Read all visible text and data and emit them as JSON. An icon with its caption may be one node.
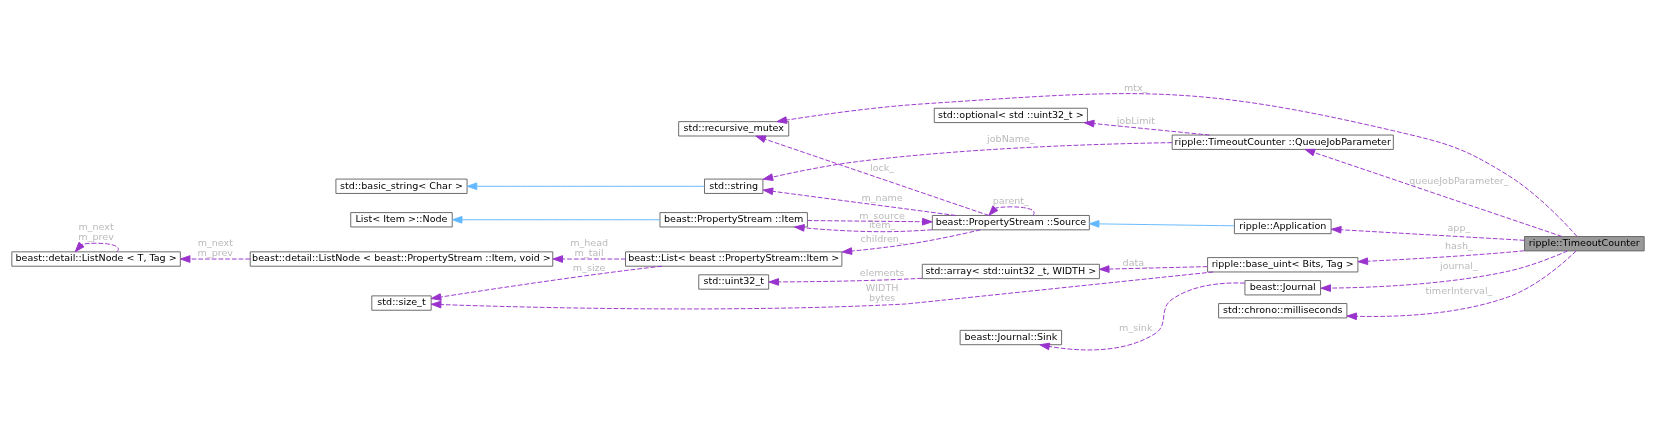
{
  "diagram": {
    "nodes": [
      {
        "text": [
          "ripple::TimeoutCounter"
        ]
      },
      {
        "text": [
          "ripple::TimeoutCounter ::QueueJobParameter"
        ]
      },
      {
        "text": [
          "std::optional< std ::uint32_t >"
        ]
      },
      {
        "text": [
          "std::string"
        ]
      },
      {
        "text": [
          "std::basic_string< Char >"
        ]
      },
      {
        "text": [
          "beast::PropertyStream ::Source"
        ]
      },
      {
        "text": [
          "beast::PropertyStream ::Item"
        ]
      },
      {
        "text": [
          "List< Item >::Node"
        ]
      },
      {
        "text": [
          "beast::List< beast ::PropertyStream::Item >"
        ]
      },
      {
        "text": [
          "beast::detail::ListNode < beast::PropertyStream ::Item, void >"
        ]
      },
      {
        "text": [
          "beast::detail::ListNode < T, Tag >"
        ]
      },
      {
        "text": [
          "std::size_t"
        ]
      },
      {
        "text": [
          "std::recursive_mutex"
        ]
      },
      {
        "text": [
          "ripple::Application"
        ]
      },
      {
        "text": [
          "ripple::base_uint< Bits, Tag >"
        ]
      },
      {
        "text": [
          "std::array< std::uint32 _t, WIDTH >"
        ]
      },
      {
        "text": [
          "std::uint32_t"
        ]
      },
      {
        "text": [
          "beast::Journal"
        ]
      },
      {
        "text": [
          "beast::Journal::Sink"
        ]
      },
      {
        "text": [
          "std::chrono::milliseconds"
        ]
      }
    ],
    "edges": [
      {
        "from": 0,
        "to": 1,
        "arrow": "to",
        "label": "queueJobParameter_",
        "style": "dashed"
      },
      {
        "from": 0,
        "to": 13,
        "arrow": "to",
        "label": "app_",
        "style": "dashed"
      },
      {
        "from": 0,
        "to": 12,
        "arrow": "to",
        "label": "mtx_",
        "style": "dashed"
      },
      {
        "from": 0,
        "to": 14,
        "arrow": "to",
        "label": "hash_",
        "style": "dashed"
      },
      {
        "from": 0,
        "to": 17,
        "arrow": "to",
        "label": "journal_",
        "style": "dashed"
      },
      {
        "from": 0,
        "to": 19,
        "arrow": "to",
        "label": "timerInterval_",
        "style": "dashed"
      },
      {
        "from": 1,
        "to": 2,
        "arrow": "to",
        "label": "jobLimit",
        "style": "dashed"
      },
      {
        "from": 1,
        "to": 3,
        "arrow": "to",
        "label": "jobName_",
        "style": "dashed"
      },
      {
        "from": 3,
        "to": 4,
        "arrow": "to",
        "color": "#63b8ff"
      },
      {
        "from": 5,
        "to": 3,
        "arrow": "to",
        "label": "m_name",
        "style": "dashed"
      },
      {
        "from": 5,
        "to": 5,
        "arrow": "to",
        "label": "parent_",
        "style": "dashed"
      },
      {
        "from": 5,
        "to": 6,
        "arrow": "to",
        "label": "item_",
        "style": "dashed"
      },
      {
        "from": 6,
        "to": 5,
        "arrow": "to",
        "label": "m_source",
        "style": "dashed"
      },
      {
        "from": 6,
        "to": 7,
        "arrow": "to",
        "color": "#63b8ff"
      },
      {
        "from": 13,
        "to": 5,
        "arrow": "to",
        "color": "#63b8ff"
      },
      {
        "from": 5,
        "to": 8,
        "arrow": "to",
        "label": "children_",
        "style": "dashed"
      },
      {
        "from": 5,
        "to": 12,
        "arrow": "to",
        "label": "lock_",
        "style": "dashed"
      },
      {
        "from": 8,
        "to": 9,
        "arrow": "to",
        "label": "m_head m_tail",
        "style": "dashed"
      },
      {
        "from": 8,
        "to": 11,
        "arrow": "to",
        "label": "m_size",
        "style": "dashed"
      },
      {
        "from": 9,
        "to": 10,
        "arrow": "to",
        "label": "m_next m_prev",
        "style": "dashed"
      },
      {
        "from": 10,
        "to": 10,
        "arrow": "to",
        "label": "m_next m_prev",
        "style": "dashed"
      },
      {
        "from": 14,
        "to": 15,
        "arrow": "to",
        "label": "data_",
        "style": "dashed"
      },
      {
        "from": 14,
        "to": 11,
        "arrow": "to",
        "label": "WIDTH bytes",
        "style": "dashed"
      },
      {
        "from": 15,
        "to": 16,
        "arrow": "to",
        "label": "elements",
        "style": "dashed"
      },
      {
        "from": 17,
        "to": 18,
        "arrow": "to",
        "label": "m_sink",
        "style": "dashed"
      }
    ]
  }
}
